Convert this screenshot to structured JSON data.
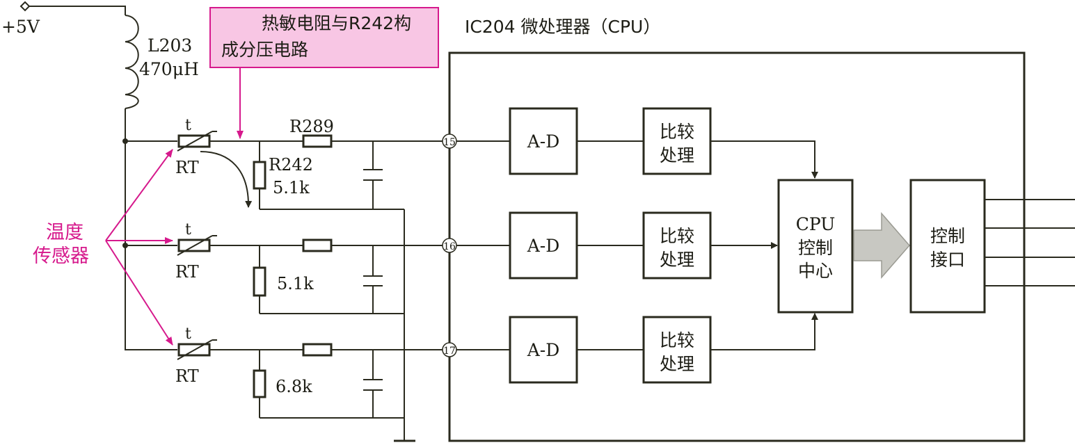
{
  "supply": {
    "label": "+5V"
  },
  "inductor": {
    "name": "L203",
    "value": "470μH"
  },
  "note": {
    "line1": "热敏电阻与R242构",
    "line2": "成分压电路"
  },
  "cpu_title": "IC204 微处理器（CPU）",
  "sensor_label": {
    "line1": "温度",
    "line2": "传感器"
  },
  "thermistor": {
    "t": "t",
    "rt": "RT"
  },
  "channels": [
    {
      "pin": "⑮",
      "series_res": "R289",
      "shunt_name": "R242",
      "shunt_value": "5.1k",
      "adc": "A-D",
      "cmp1": "比较",
      "cmp2": "处理"
    },
    {
      "pin": "⑯",
      "series_res": "",
      "shunt_name": "",
      "shunt_value": "5.1k",
      "adc": "A-D",
      "cmp1": "比较",
      "cmp2": "处理"
    },
    {
      "pin": "⑰",
      "series_res": "",
      "shunt_name": "",
      "shunt_value": "6.8k",
      "adc": "A-D",
      "cmp1": "比较",
      "cmp2": "处理"
    }
  ],
  "cpu_core": {
    "line1": "CPU",
    "line2": "控制",
    "line3": "中心"
  },
  "ctrl_if": {
    "line1": "控制",
    "line2": "接口"
  },
  "colors": {
    "accent": "#d6198c",
    "note_bg": "#f8c6e4",
    "wire": "#2a2a1e",
    "bus_arrow": "#c8c8c2"
  }
}
